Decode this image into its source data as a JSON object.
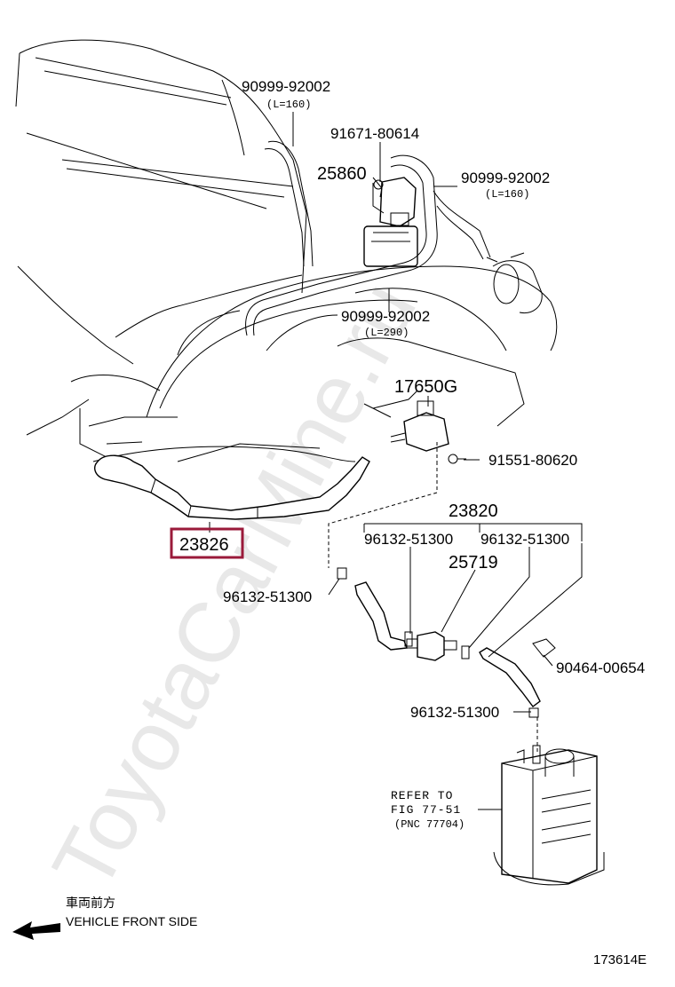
{
  "watermark": "ToyotaCarMine.ru",
  "parts": {
    "p1": {
      "number": "90999-92002",
      "note": "(L=160)"
    },
    "p2": {
      "number": "91671-80614"
    },
    "p3": {
      "number": "25860"
    },
    "p4": {
      "number": "90999-92002",
      "note": "(L=160)"
    },
    "p5": {
      "number": "90999-92002",
      "note": "(L=290)"
    },
    "p6": {
      "number": "17650G"
    },
    "p7": {
      "number": "91551-80620"
    },
    "p8": {
      "number": "23820"
    },
    "p9": {
      "number": "23826"
    },
    "p10": {
      "number": "96132-51300"
    },
    "p11": {
      "number": "96132-51300"
    },
    "p12": {
      "number": "25719"
    },
    "p13": {
      "number": "96132-51300"
    },
    "p14": {
      "number": "90464-00654"
    },
    "p15": {
      "number": "96132-51300"
    }
  },
  "refer": {
    "line1": "REFER TO",
    "line2": "FIG 77-51",
    "line3": "(PNC 77704)"
  },
  "direction": {
    "jp": "車両前方",
    "en": "VEHICLE FRONT SIDE"
  },
  "figure_id": "173614E",
  "colors": {
    "highlight": "#9a1a3a",
    "ink": "#000000"
  }
}
